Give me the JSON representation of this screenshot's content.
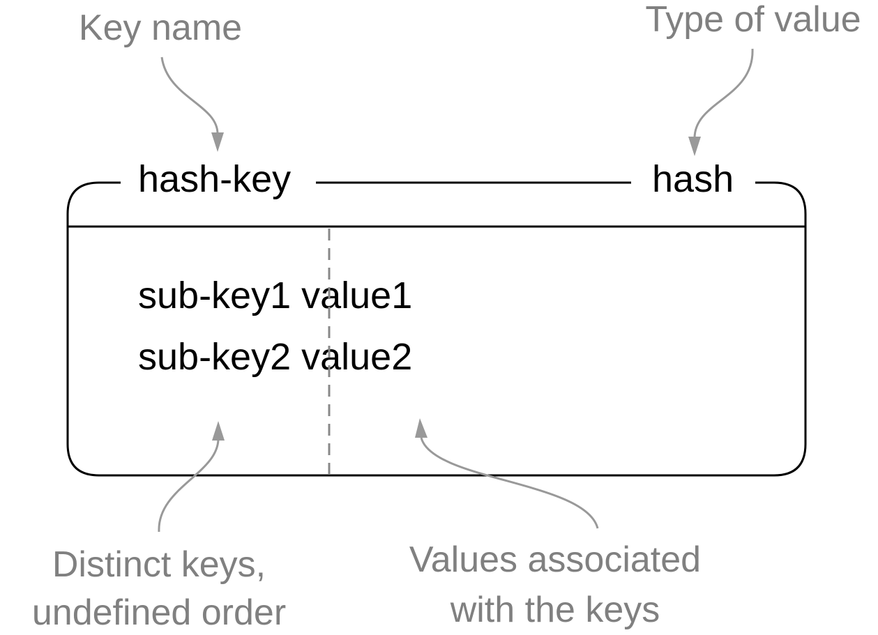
{
  "annotations": {
    "key_name": "Key name",
    "type_of_value": "Type of value",
    "distinct_keys_line1": "Distinct keys,",
    "distinct_keys_line2": "undefined order",
    "values_assoc_line1": "Values associated",
    "values_assoc_line2": "with the keys"
  },
  "box": {
    "key": "hash-key",
    "type": "hash",
    "entries": [
      "sub-key1 value1",
      "sub-key2 value2"
    ]
  },
  "colors": {
    "annotation_text": "#808080",
    "arrow": "#999999",
    "box_stroke": "#000000",
    "main_text": "#000000"
  }
}
